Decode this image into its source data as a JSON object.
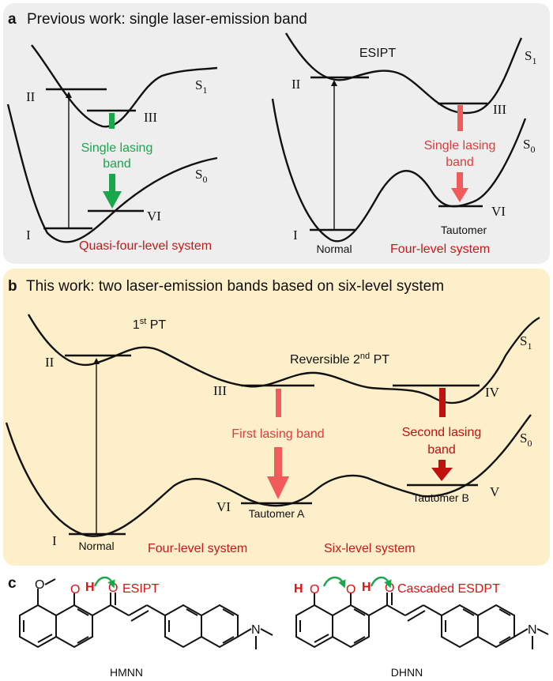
{
  "colors": {
    "panel_a_bg": "#eeeeee",
    "panel_b_bg": "#fdefc9",
    "green": "#1aa64b",
    "red_light": "#f25b5b",
    "red_dark": "#c01010",
    "label_red": "#c81818"
  },
  "panel_a": {
    "letter": "a",
    "title": "Previous work: single laser-emission band",
    "left": {
      "level_labels": {
        "I": "I",
        "II": "II",
        "III": "III",
        "VI": "VI"
      },
      "state_labels": {
        "s1": "S",
        "s1_sub": "1",
        "s0": "S",
        "s0_sub": "0"
      },
      "band_label_line1": "Single lasing",
      "band_label_line2": "band",
      "system_label": "Quasi-four-level system"
    },
    "right": {
      "process_label": "ESIPT",
      "level_labels": {
        "I": "I",
        "II": "II",
        "III": "III",
        "VI": "VI"
      },
      "state_labels": {
        "s1": "S",
        "s1_sub": "1",
        "s0": "S",
        "s0_sub": "0"
      },
      "band_label_line1": "Single lasing",
      "band_label_line2": "band",
      "normal_label": "Normal",
      "tautomer_label": "Tautomer",
      "system_label": "Four-level system"
    }
  },
  "panel_b": {
    "letter": "b",
    "title": "This work: two laser-emission bands based on six-level system",
    "first_pt": "1",
    "first_pt_sup": "st",
    "first_pt_rest": " PT",
    "second_pt": "Reversible 2",
    "second_pt_sup": "nd",
    "second_pt_rest": " PT",
    "level_labels": {
      "I": "I",
      "II": "II",
      "III": "III",
      "IV": "IV",
      "V": "V",
      "VI": "VI"
    },
    "state_labels": {
      "s1": "S",
      "s1_sub": "1",
      "s0": "S",
      "s0_sub": "0"
    },
    "first_band": "First lasing band",
    "second_band_line1": "Second lasing",
    "second_band_line2": "band",
    "normal_label": "Normal",
    "tautomer_a": "Tautomer A",
    "tautomer_b": "Tautomer B",
    "four_level": "Four-level system",
    "six_level": "Six-level system"
  },
  "panel_c": {
    "letter": "c",
    "mol1_name": "HMNN",
    "mol1_process": "ESIPT",
    "mol2_name": "DHNN",
    "mol2_process": "Cascaded ESDPT",
    "atom_O": "O",
    "atom_H": "H",
    "atom_N": "N"
  }
}
